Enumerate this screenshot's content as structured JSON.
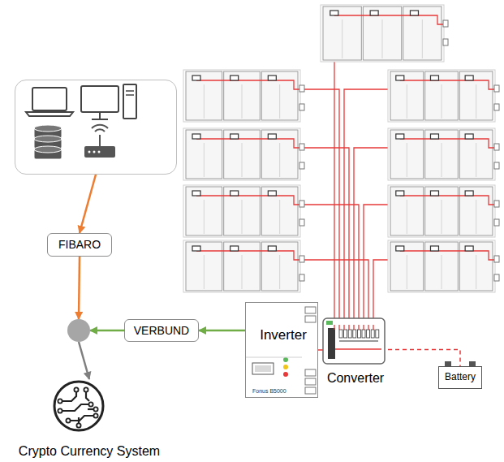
{
  "diagram": {
    "nodes": [
      {
        "text": []
      },
      {
        "text": [
          "FIBARO"
        ]
      },
      {
        "text": []
      },
      {
        "text": [
          "VERBUND"
        ]
      },
      {
        "text": [
          "Inverter",
          "Fonus B5000"
        ]
      },
      {
        "text": [
          "Converter"
        ]
      },
      {
        "text": [
          "Battery"
        ]
      },
      {
        "text": [
          "Crypto Currency System"
        ]
      }
    ],
    "edges": [
      {
        "from": 0,
        "to": 1,
        "arrow": "to"
      },
      {
        "from": 1,
        "to": 2,
        "arrow": "to"
      },
      {
        "from": 3,
        "to": 2,
        "arrow": "to"
      },
      {
        "from": 4,
        "to": 3,
        "arrow": "to"
      },
      {
        "from": 2,
        "to": 7,
        "arrow": "to"
      },
      {
        "from": 5,
        "to": 6,
        "arrow": "none"
      },
      {
        "from": 4,
        "to": 5,
        "arrow": "none"
      }
    ]
  }
}
